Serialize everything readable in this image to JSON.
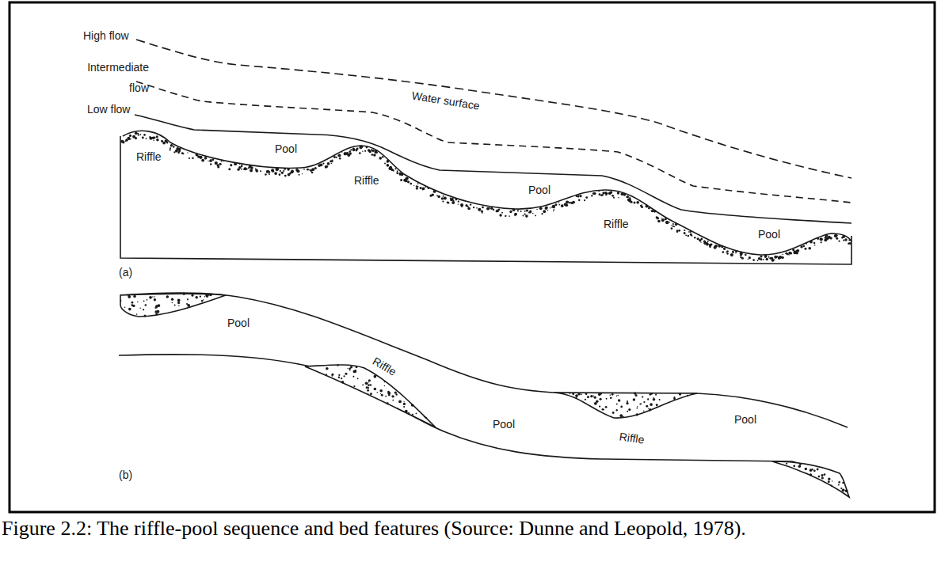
{
  "diagram": {
    "caption": "Figure 2.2: The riffle-pool sequence and bed features (Source: Dunne and Leopold, 1978).",
    "labels": [
      "High flow",
      "Intermediate flow",
      "Low flow",
      "Water surface",
      "Riffle",
      "Pool",
      "Riffle",
      "Pool",
      "Riffle",
      "Pool",
      "(a)",
      "Pool",
      "Riffle",
      "Pool",
      "Riffle",
      "Pool",
      "(b)"
    ]
  }
}
